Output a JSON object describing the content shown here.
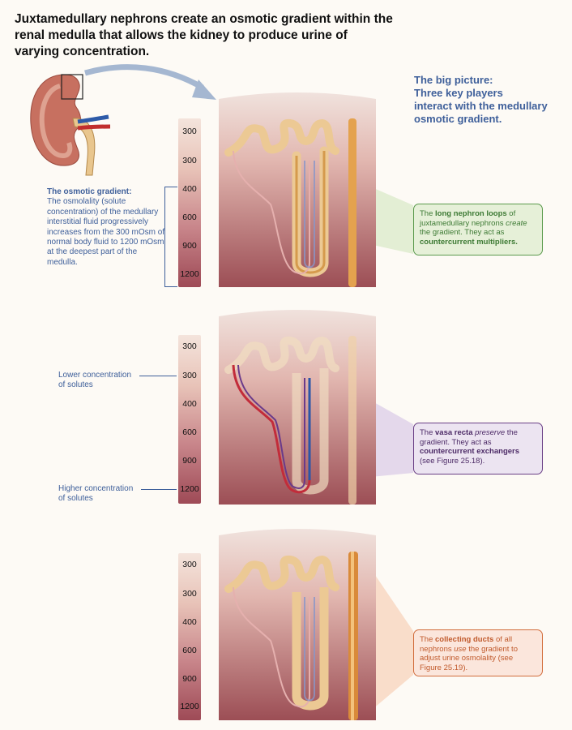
{
  "title": "Juxtamedullary nephrons create an osmotic gradient within the renal medulla that allows the kidney to produce urine of varying concentration.",
  "big_picture": {
    "lines": [
      "The big picture:",
      "Three key players",
      "interact with the medullary",
      "osmotic gradient."
    ]
  },
  "scale_ticks": [
    "300",
    "300",
    "400",
    "600",
    "900",
    "1200"
  ],
  "osmotic_gradient": {
    "heading": "The osmotic gradient:",
    "body": "The osmolality (solute concentration) of the medullary interstitial fluid progressively increases from the 300 mOsm of normal body fluid to 1200 mOsm at the deepest part of the medulla."
  },
  "labels": {
    "lower": [
      "Lower concentration",
      "of solutes"
    ],
    "higher": [
      "Higher concentration",
      "of solutes"
    ]
  },
  "callouts": {
    "loops": {
      "pre": "The ",
      "b1": "long nephron loops",
      "mid1": " of juxtamedullary nephrons ",
      "i1": "create",
      "mid2": " the gradient. They act as ",
      "b2": "countercurrent multipliers."
    },
    "vasa": {
      "pre": "The ",
      "b1": "vasa recta",
      "mid1": " ",
      "i1": "preserve",
      "mid2": " the gradient. They act as ",
      "b2": "countercurrent exchangers",
      "post": " (see Figure 25.18)."
    },
    "ducts": {
      "pre": "The ",
      "b1": "collecting ducts",
      "mid1": " of all nephrons ",
      "i1": "use",
      "mid2": " the gradient to adjust urine osmolality (see Figure 25.19)."
    }
  },
  "colors": {
    "blue_text": "#3e5f9a",
    "green": "#5b9a4c",
    "purple": "#6a3f86",
    "orange": "#d26d3c"
  }
}
